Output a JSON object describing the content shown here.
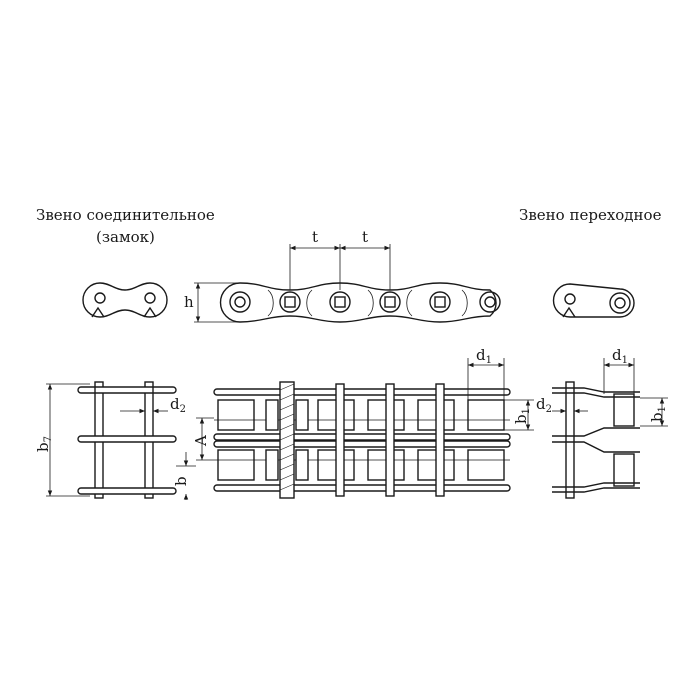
{
  "captions": {
    "connecting_link_line1": "Звено соединительное",
    "connecting_link_line2": "(замок)",
    "transition_link": "Звено переходное"
  },
  "dimensions": {
    "pitch": "t",
    "height": "h",
    "row_spacing": "A",
    "width_b7": "b",
    "width_b7_sub": "7",
    "width_b": "b",
    "pin_diameter": "d",
    "pin_diameter_sub": "2",
    "roller_diameter": "d",
    "roller_diameter_sub": "1",
    "inner_width": "b",
    "inner_width_sub": "1"
  }
}
